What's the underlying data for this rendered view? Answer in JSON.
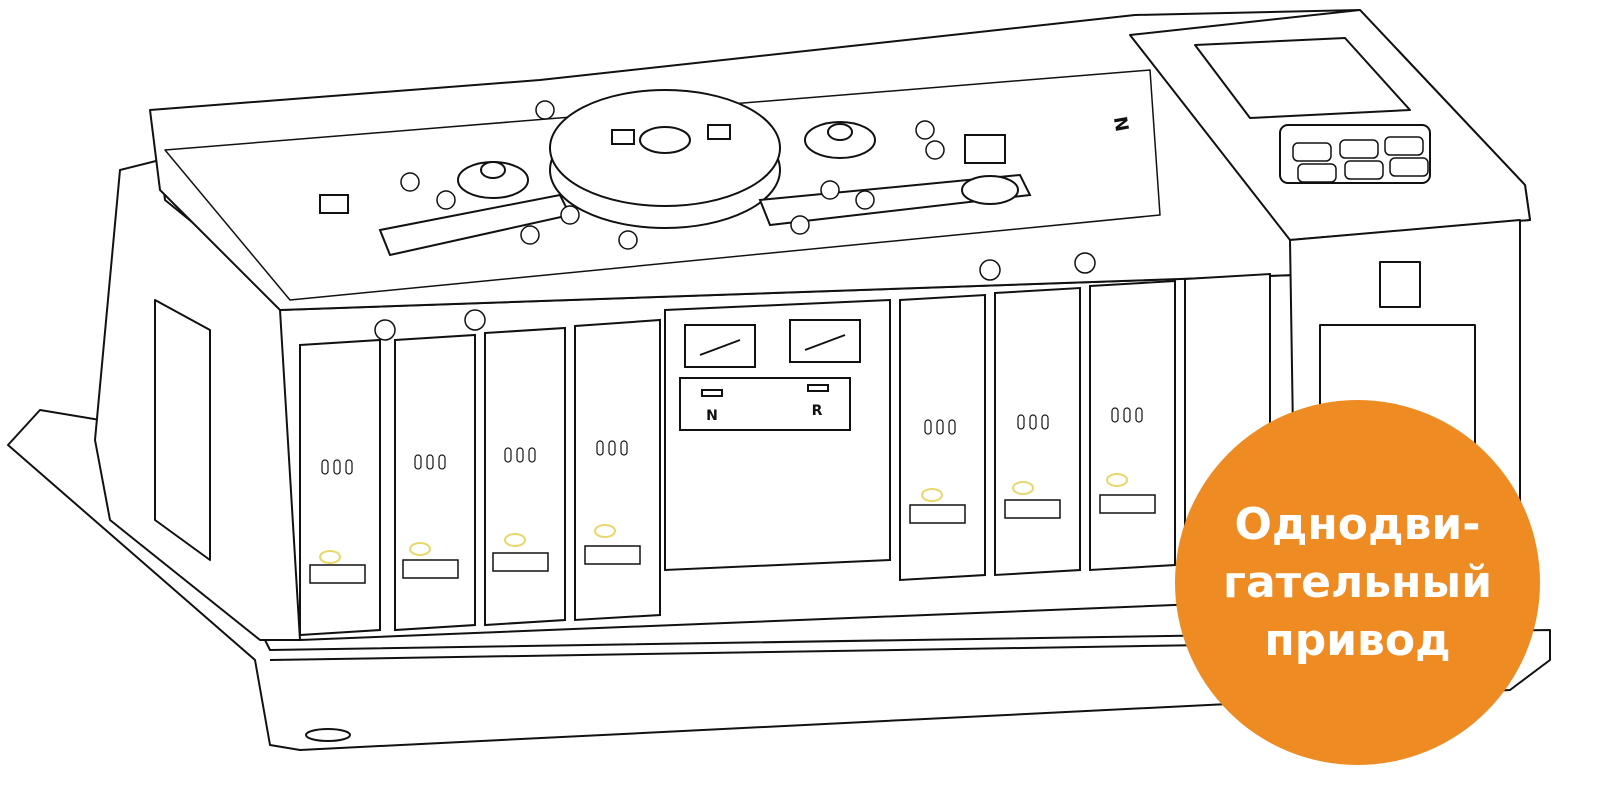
{
  "badge": {
    "lines": [
      "Однодви-",
      "гательный",
      "привод"
    ],
    "color": "#EE8B22"
  },
  "labels": {
    "terminal_n": "N",
    "terminal_r": "R",
    "side_mark": "N"
  },
  "colors": {
    "line": "#111111",
    "fill": "#ffffff",
    "marker": "#E8D76A"
  }
}
